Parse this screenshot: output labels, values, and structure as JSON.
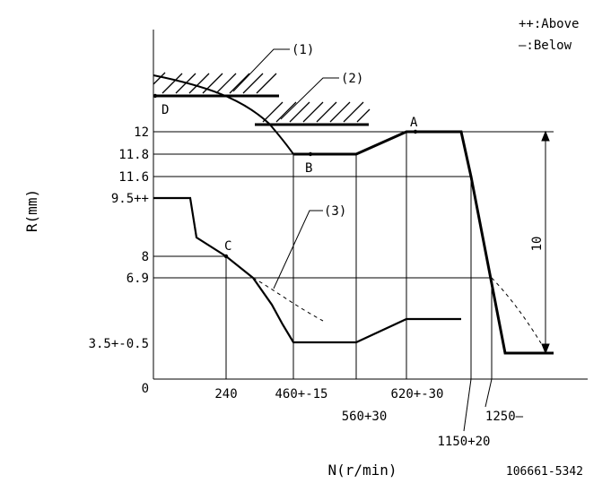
{
  "legend": {
    "above": "++:Above",
    "below": "—:Below"
  },
  "chart_data": {
    "type": "line",
    "ylabel": "R(mm)",
    "xlabel": "N(r/min)",
    "figure_code": "106661-5342",
    "y_ticks": [
      "12",
      "11.8",
      "11.6",
      "9.5++",
      "8",
      "6.9",
      "3.5+-0.5",
      "0"
    ],
    "x_ticks": [
      "240",
      "460+-15",
      "560+30",
      "620+-30",
      "1150+20",
      "1250—"
    ],
    "points": [
      "A",
      "B",
      "C",
      "D"
    ],
    "callouts": [
      "(1)",
      "(2)",
      "(3)"
    ],
    "dimension": "10"
  }
}
